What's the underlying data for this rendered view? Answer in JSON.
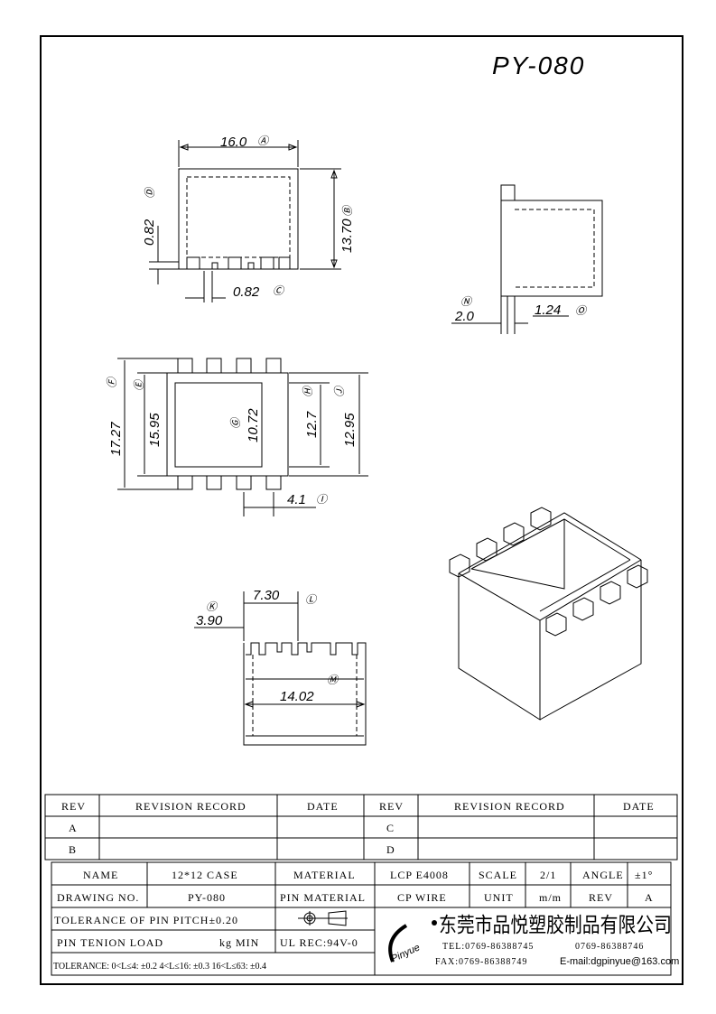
{
  "title": "PY-080",
  "dims": {
    "a": "16.0",
    "a_tag": "Ⓐ",
    "b": "13.70",
    "b_tag": "Ⓑ",
    "c": "0.82",
    "c_tag": "Ⓒ",
    "d": "0.82",
    "d_tag": "Ⓓ",
    "e": "15.95",
    "e_tag": "Ⓔ",
    "f": "17.27",
    "f_tag": "Ⓕ",
    "g": "10.72",
    "g_tag": "Ⓖ",
    "h": "12.7",
    "h_tag": "Ⓗ",
    "i": "4.1",
    "i_tag": "Ⓘ",
    "j": "12.95",
    "j_tag": "Ⓙ",
    "k": "3.90",
    "k_tag": "Ⓚ",
    "l": "7.30",
    "l_tag": "Ⓛ",
    "m": "14.02",
    "m_tag": "Ⓜ",
    "n": "2.0",
    "n_tag": "Ⓝ",
    "o": "1.24",
    "o_tag": "Ⓞ"
  },
  "revision": {
    "headers": [
      "REV",
      "REVISION RECORD",
      "DATE",
      "REV",
      "REVISION RECORD",
      "DATE"
    ],
    "rows": [
      [
        "A",
        "",
        "",
        "C",
        "",
        ""
      ],
      [
        "B",
        "",
        "",
        "D",
        "",
        ""
      ]
    ]
  },
  "titleblock": {
    "name_label": "NAME",
    "name": "12*12 CASE",
    "material_label": "MATERIAL",
    "material": "LCP E4008",
    "scale_label": "SCALE",
    "scale": "2/1",
    "angle_label": "ANGLE",
    "angle": "±1°",
    "drawing_no_label": "DRAWING NO.",
    "drawing_no": "PY-080",
    "pin_material_label": "PIN MATERIAL",
    "pin_material": "CP WIRE",
    "unit_label": "UNIT",
    "unit": "m/m",
    "rev_label": "REV",
    "rev": "A",
    "pin_pitch": "TOLERANCE OF PIN PITCH±0.20",
    "pin_load": "PIN TENION LOAD",
    "pin_load_unit": "kg MIN",
    "ul": "UL REC:94V-0",
    "tolerance": "TOLERANCE: 0<L≤4: ±0.2   4<L≤16: ±0.3   16<L≤63: ±0.4",
    "logo": "Pinyue",
    "company": "东莞市品悦塑胶制品有限公司",
    "tel": "TEL:0769-86388745",
    "tel2": "0769-86388746",
    "fax": "FAX:0769-86388749",
    "email": "E-mail:dgpinyue@163.com"
  }
}
